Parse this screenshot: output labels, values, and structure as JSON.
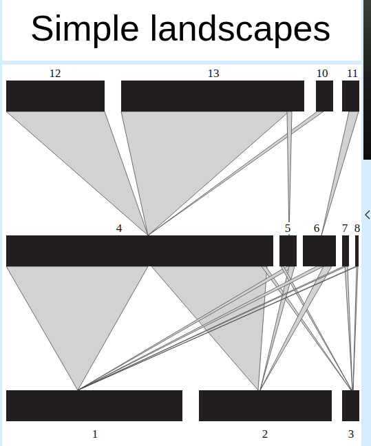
{
  "diagram": {
    "title": "Simple landscapes",
    "nodes": [
      {
        "text": [
          "12"
        ]
      },
      {
        "text": [
          "13"
        ]
      },
      {
        "text": [
          "10"
        ]
      },
      {
        "text": [
          "11"
        ]
      },
      {
        "text": [
          "4"
        ]
      },
      {
        "text": [
          "5"
        ]
      },
      {
        "text": [
          "6"
        ]
      },
      {
        "text": [
          "7"
        ]
      },
      {
        "text": [
          "8"
        ]
      },
      {
        "text": [
          "1"
        ]
      },
      {
        "text": [
          "2"
        ]
      },
      {
        "text": [
          "3"
        ]
      }
    ],
    "edges": [
      {
        "from": 0,
        "to": 4,
        "arrow": "none"
      },
      {
        "from": 1,
        "to": 4,
        "arrow": "none"
      },
      {
        "from": 2,
        "to": 4,
        "arrow": "none"
      },
      {
        "from": 1,
        "to": 5,
        "arrow": "none"
      },
      {
        "from": 3,
        "to": 6,
        "arrow": "none"
      },
      {
        "from": 4,
        "to": 9,
        "arrow": "none"
      },
      {
        "from": 4,
        "to": 10,
        "arrow": "none"
      },
      {
        "from": 4,
        "to": 11,
        "arrow": "none"
      },
      {
        "from": 5,
        "to": 9,
        "arrow": "none"
      },
      {
        "from": 5,
        "to": 10,
        "arrow": "none"
      },
      {
        "from": 5,
        "to": 11,
        "arrow": "none"
      },
      {
        "from": 6,
        "to": 9,
        "arrow": "none"
      },
      {
        "from": 6,
        "to": 10,
        "arrow": "none"
      },
      {
        "from": 7,
        "to": 9,
        "arrow": "none"
      },
      {
        "from": 7,
        "to": 11,
        "arrow": "none"
      },
      {
        "from": 8,
        "to": 9,
        "arrow": "none"
      },
      {
        "from": 8,
        "to": 11,
        "arrow": "none"
      }
    ]
  }
}
